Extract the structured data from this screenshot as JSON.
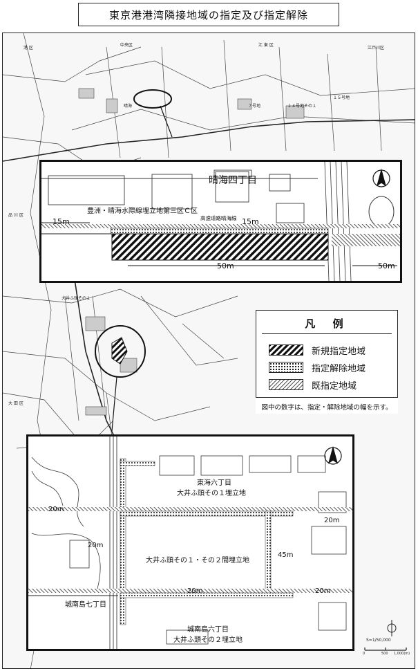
{
  "title": "東京港港湾隣接地域の指定及び指定解除",
  "map_labels": {
    "minato_ku": "港 区",
    "chuo_ku": "中央区",
    "koto_ku": "江 東 区",
    "edogawa_ku": "江戸川区",
    "shinagawa_ku": "品 川 区",
    "ota_ku": "大 田 区",
    "oi_note": "大井ふ頭その１",
    "harumi_note": "晴海",
    "no7": "７号地",
    "no14": "１４号地その１",
    "no15": "１５号地",
    "scale_text": "S=1/50,000",
    "scale_ticks": [
      "0",
      "500",
      "1,000(m)"
    ]
  },
  "inset_top": {
    "area_name": "晴海四丁目",
    "land_name": "豊洲・晴海水際線埋立地第三区Ｃ区",
    "road_name": "高速道路晴海線",
    "width_left": "15m",
    "width_right": "15m",
    "width_bottom": "50m",
    "width_corner": "50m"
  },
  "inset_bottom": {
    "area_1": "東海六丁目",
    "land_1": "大井ふ頭その１埋立地",
    "land_center": "大井ふ頭その１・その２間埋立地",
    "area_2": "城南島七丁目",
    "area_3": "城南島六丁目",
    "land_2": "大井ふ頭その２埋立地",
    "w_top_left": "20m",
    "w_top_right": "20m",
    "w_left": "20m",
    "w_right_vertical": "45m",
    "w_bottom_center": "20m",
    "w_bottom_right": "20m"
  },
  "legend": {
    "title": "凡 例",
    "items": [
      {
        "label": "新規指定地域",
        "pattern": "new"
      },
      {
        "label": "指定解除地域",
        "pattern": "released"
      },
      {
        "label": "既指定地域",
        "pattern": "existing"
      }
    ],
    "note": "図中の数字は、指定・解除地域の幅を示す。"
  },
  "compass_icon": "north-arrow-icon",
  "colors": {
    "ink": "#111111",
    "paper": "#ffffff",
    "map_bg": "#f7f7f7"
  }
}
